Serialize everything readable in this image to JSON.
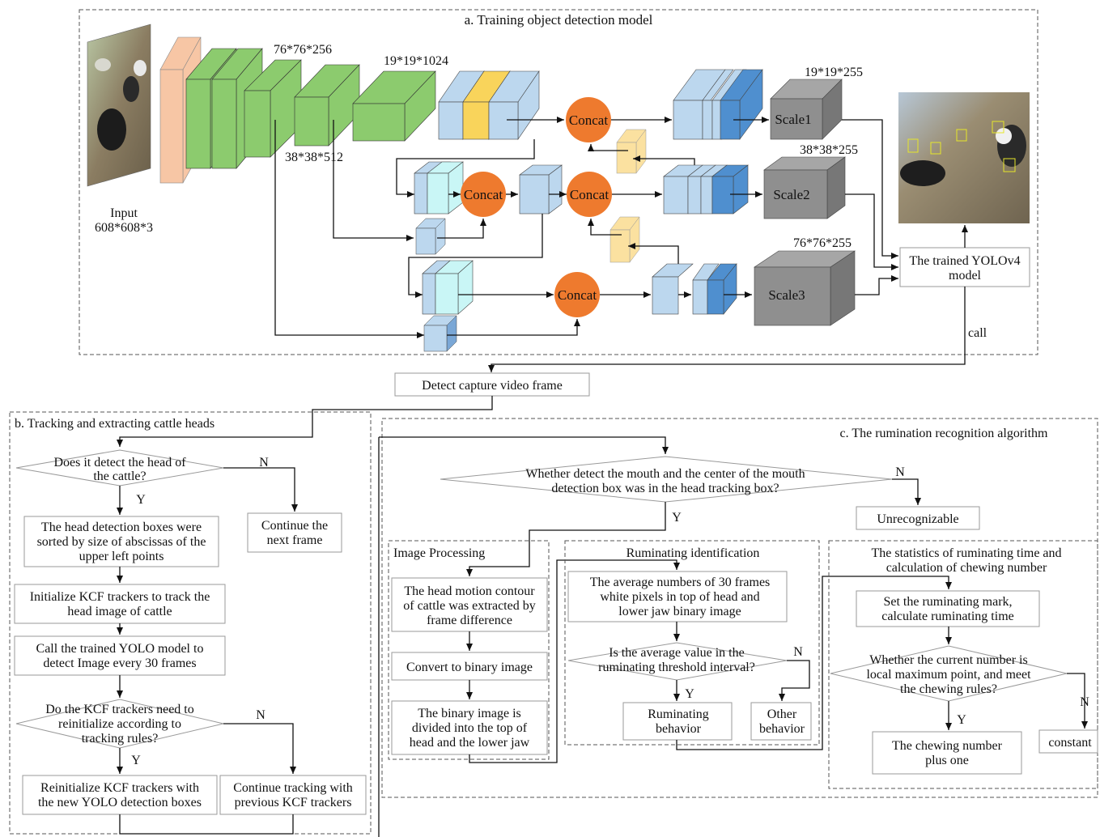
{
  "sections": {
    "a_title": "a. Training object detection model",
    "b_title": "b. Tracking and extracting cattle heads",
    "c_title": "c. The rumination recognition algorithm"
  },
  "network": {
    "input_label": "Input",
    "input_size": "608*608*3",
    "dim_76_256": "76*76*256",
    "dim_38_512": "38*38*512",
    "dim_19_1024": "19*19*1024",
    "dim_19_255": "19*19*255",
    "dim_38_255": "38*38*255",
    "dim_76_255": "76*76*255",
    "concat": "Concat",
    "scale1": "Scale1",
    "scale2": "Scale2",
    "scale3": "Scale3",
    "trained_model_line1": "The trained YOLOv4",
    "trained_model_line2": "model",
    "call": "call"
  },
  "detect_frame": "Detect capture video frame",
  "flow_b": {
    "q1_line1": "Does it detect the head of",
    "q1_line2": "the cattle?",
    "yes": "Y",
    "no": "N",
    "continue_next_line1": "Continue the",
    "continue_next_line2": "next frame",
    "sort_line1": "The head detection boxes were",
    "sort_line2": "sorted by size of abscissas of the",
    "sort_line3": "upper left points",
    "init_line1": "Initialize KCF trackers to track the",
    "init_line2": "head image of  cattle",
    "call_line1": "Call the trained YOLO model to",
    "call_line2": "detect Image every 30 frames",
    "q2_line1": "Do the KCF trackers need to",
    "q2_line2": "reinitialize according to",
    "q2_line3": "tracking rules?",
    "reinit_line1": "Reinitialize KCF trackers with",
    "reinit_line2": "the new YOLO detection boxes",
    "cont_line1": "Continue tracking with",
    "cont_line2": "previous KCF trackers"
  },
  "flow_c": {
    "q_line1": "Whether detect the mouth and  the center of the mouth",
    "q_line2": "detection box was in the head tracking box?",
    "unrecognizable": "Unrecognizable",
    "img_proc_title": "Image Processing",
    "contour_line1": "The head motion contour",
    "contour_line2": "of cattle was extracted by",
    "contour_line3": "frame difference",
    "binary": "Convert to binary image",
    "divided_line1": "The binary image is",
    "divided_line2": "divided into the top of",
    "divided_line3": "head and the lower jaw",
    "rum_id_title": "Ruminating identification",
    "avg_line1": "The average numbers of 30 frames",
    "avg_line2": "white pixels in top of head and",
    "avg_line3": "lower jaw binary image",
    "q_avg_line1": "Is the average value in the",
    "q_avg_line2": "ruminating threshold interval?",
    "rum_beh_line1": "Ruminating",
    "rum_beh_line2": "behavior",
    "other_line1": "Other",
    "other_line2": "behavior",
    "stats_title_line1": "The statistics of ruminating time and",
    "stats_title_line2": "calculation of chewing number",
    "set_line1": "Set the ruminating mark,",
    "set_line2": "calculate ruminating time",
    "q_local_line1": "Whether the current number is",
    "q_local_line2": "local maximum point, and meet",
    "q_local_line3": "the chewing rules?",
    "chew_line1": "The chewing number",
    "chew_line2": "plus one",
    "constant": "constant"
  },
  "colors": {
    "orange_input": "#f7c6a5",
    "green": "#8ccb6e",
    "light_blue": "#bcd7ee",
    "yellow": "#f9d45b",
    "pale_yellow": "#fbe1a0",
    "cyan": "#c9f6f6",
    "blue": "#4f8fcf",
    "gray": "#8f8f8f",
    "concat": "#ee7a2e"
  }
}
